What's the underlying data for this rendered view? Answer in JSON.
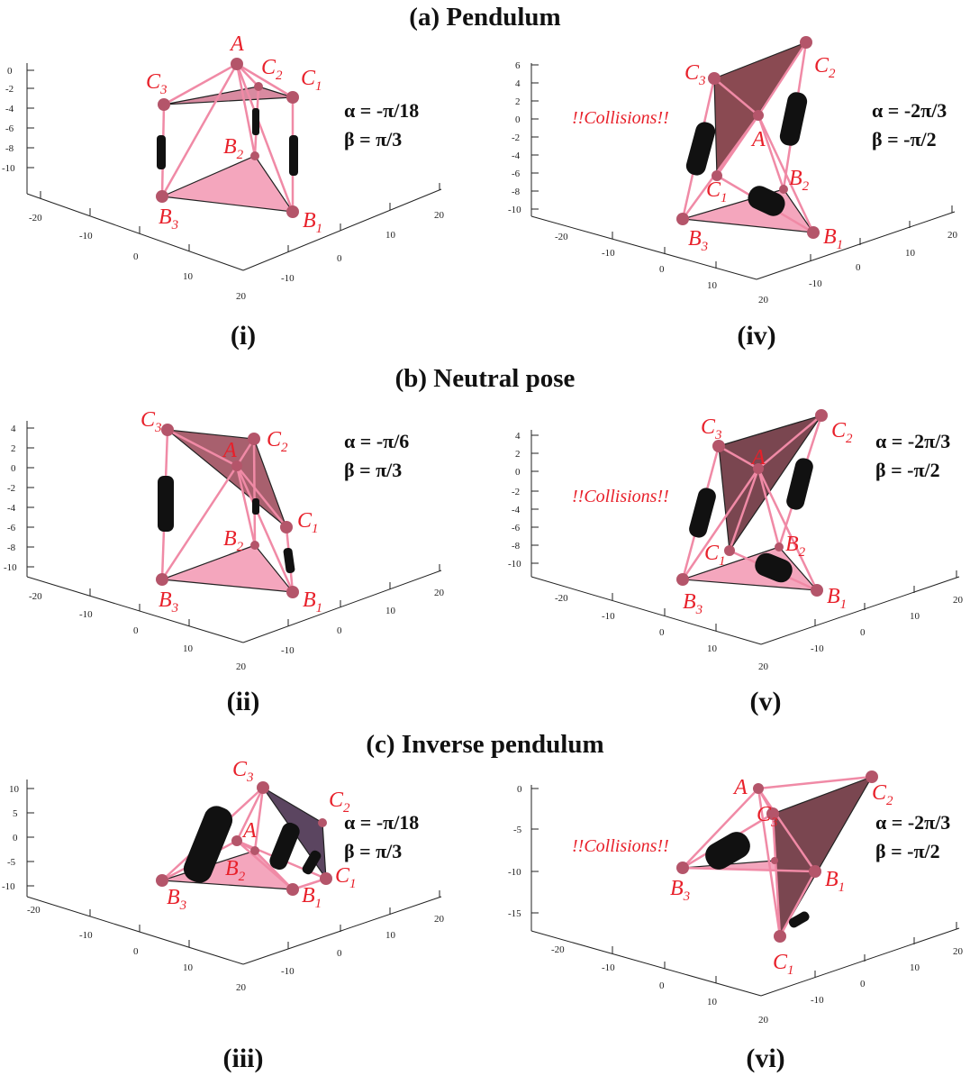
{
  "titles": {
    "a": "(a) Pendulum",
    "b": "(b) Neutral pose",
    "c": "(c) Inverse pendulum"
  },
  "panels": {
    "i": {
      "label": "(i)",
      "alpha": "α = -π/18",
      "beta": "β =  π/3",
      "collisions": "",
      "zticks": [
        "0",
        "-2",
        "-4",
        "-6",
        "-8",
        "-10"
      ]
    },
    "ii": {
      "label": "(ii)",
      "alpha": "α = -π/6",
      "beta": "β =  π/3",
      "collisions": "",
      "zticks": [
        "4",
        "2",
        "0",
        "-2",
        "-4",
        "-6",
        "-8",
        "-10"
      ]
    },
    "iii": {
      "label": "(iii)",
      "alpha": "α = -π/18",
      "beta": "β =  π/3",
      "collisions": "",
      "zticks": [
        "10",
        "5",
        "0",
        "-5",
        "-10"
      ]
    },
    "iv": {
      "label": "(iv)",
      "alpha": "α = -2π/3",
      "beta": "β = -π/2",
      "collisions": "!!Collisions!!",
      "zticks": [
        "6",
        "4",
        "2",
        "0",
        "-2",
        "-4",
        "-6",
        "-8",
        "-10"
      ]
    },
    "v": {
      "label": "(v)",
      "alpha": "α = -2π/3",
      "beta": "β = -π/2",
      "collisions": "!!Collisions!!",
      "zticks": [
        "4",
        "2",
        "0",
        "-2",
        "-4",
        "-6",
        "-8",
        "-10"
      ]
    },
    "vi": {
      "label": "(vi)",
      "alpha": "α = -2π/3",
      "beta": "β = -π/2",
      "collisions": "!!Collisions!!",
      "zticks": [
        "0",
        "-5",
        "-10",
        "-15"
      ]
    }
  },
  "axis_ticks": {
    "left": [
      "-20",
      "-10",
      "0",
      "10",
      "20"
    ],
    "right": [
      "-10",
      "0",
      "10",
      "20"
    ]
  },
  "node_labels": {
    "A": "A",
    "B": "B",
    "C": "C",
    "s1": "1",
    "s2": "2",
    "s3": "3"
  },
  "colors": {
    "label_red": "#e8202a",
    "edge_pink": "#f08aa6",
    "base_pink": "#f4a6bd",
    "top_brown": "#8a4a52",
    "top_purple": "#5b4560",
    "joint": "#b4556a",
    "cylinder": "#111111"
  }
}
